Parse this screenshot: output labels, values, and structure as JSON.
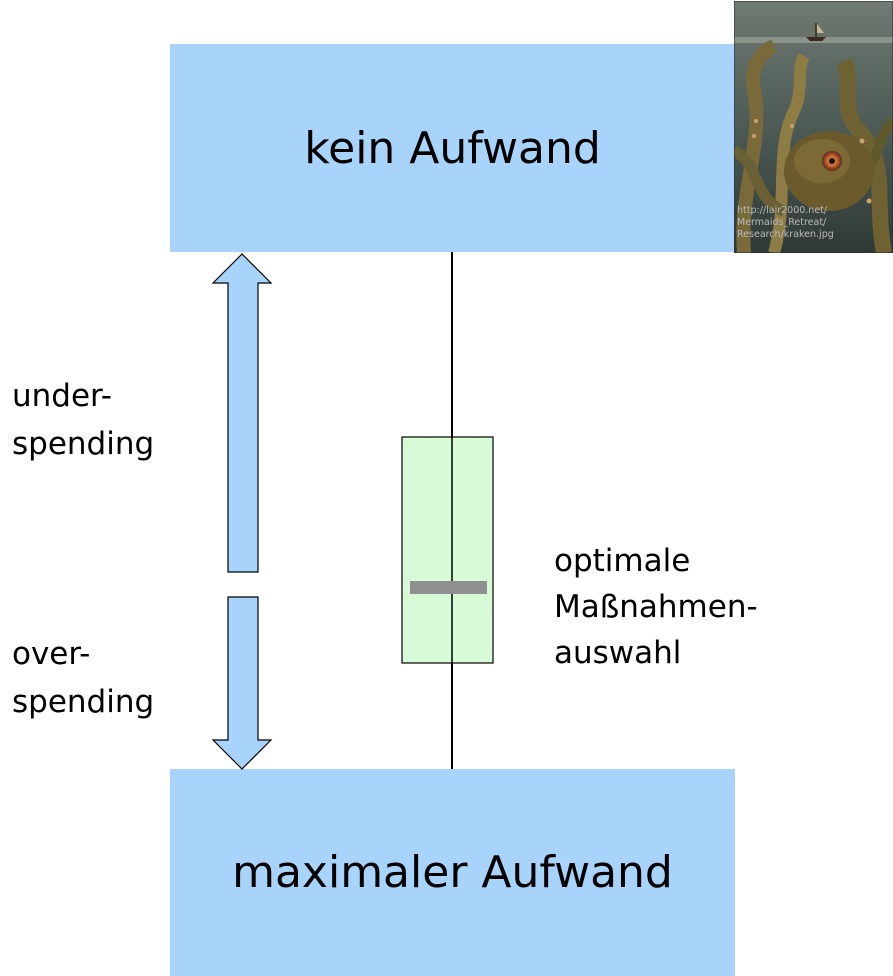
{
  "boxes": {
    "top_label": "kein Aufwand",
    "bottom_label": "maximaler Aufwand"
  },
  "labels": {
    "under": "under-\nspending",
    "over": "over-\nspending",
    "optimal": "optimale\nMaßnahmen-\nauswahl"
  },
  "image": {
    "caption": "http://lair2000.net/\nMermaids_Retreat/\nResearch/kraken.jpg"
  },
  "colors": {
    "box_fill": "#a8d4fb",
    "arrow_fill": "#a8d4fb",
    "range_box_fill": "#d6fbd6",
    "optimum_marker": "#8f8f8f"
  }
}
